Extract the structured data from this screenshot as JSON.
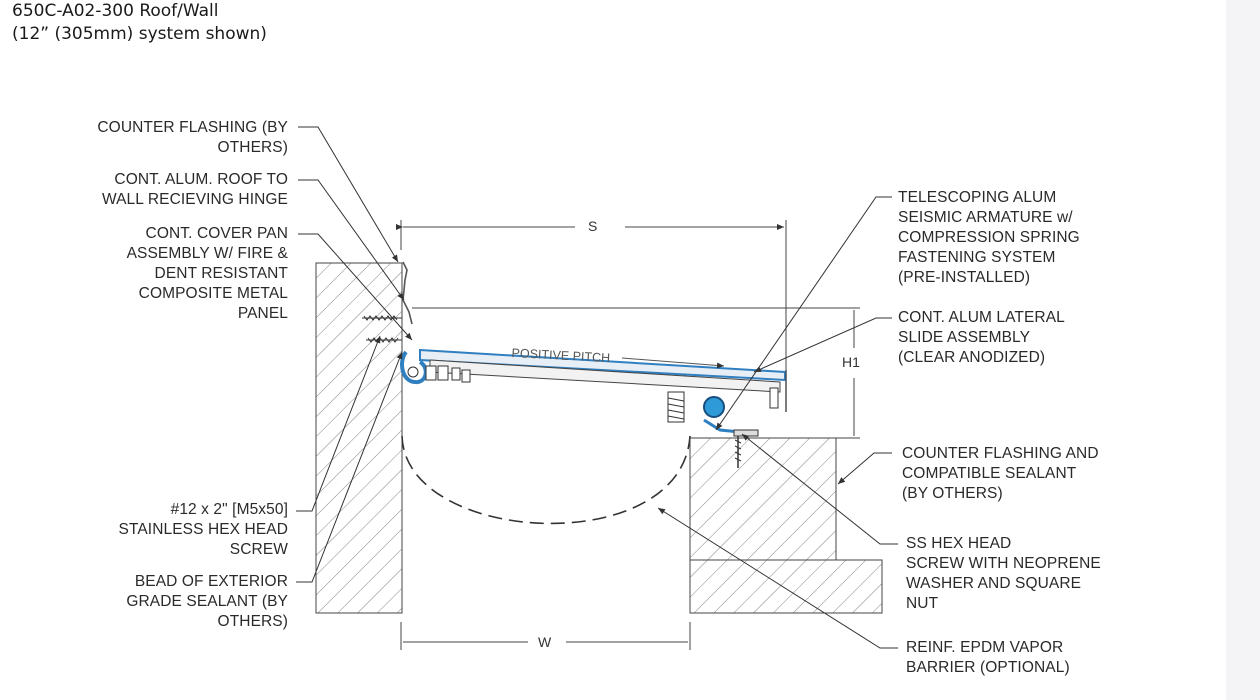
{
  "header": {
    "title": "650C-A02-300 Roof/Wall",
    "subtitle": "(12” (305mm) system shown)"
  },
  "callouts_left": [
    {
      "lines": [
        "COUNTER FLASHING (BY",
        "OTHERS)"
      ]
    },
    {
      "lines": [
        "CONT. ALUM. ROOF TO",
        "WALL RECIEVING HINGE"
      ]
    },
    {
      "lines": [
        "CONT. COVER PAN",
        "ASSEMBLY W/ FIRE &",
        "DENT RESISTANT",
        "COMPOSITE METAL",
        "PANEL"
      ]
    },
    {
      "lines": [
        "#12 x 2\" [M5x50]",
        "STAINLESS HEX HEAD",
        "SCREW"
      ]
    },
    {
      "lines": [
        "BEAD OF EXTERIOR",
        "GRADE SEALANT (BY",
        "OTHERS)"
      ]
    }
  ],
  "callouts_right": [
    {
      "lines": [
        "TELESCOPING ALUM",
        "SEISMIC ARMATURE w/",
        "COMPRESSION SPRING",
        "FASTENING SYSTEM",
        "(PRE-INSTALLED)"
      ]
    },
    {
      "lines": [
        "CONT. ALUM LATERAL",
        "SLIDE ASSEMBLY",
        "(CLEAR ANODIZED)"
      ]
    },
    {
      "lines": [
        "COUNTER FLASHING AND",
        "COMPATIBLE SEALANT",
        "(BY OTHERS)"
      ]
    },
    {
      "lines": [
        "SS HEX HEAD",
        "SCREW WITH NEOPRENE",
        "WASHER AND SQUARE",
        "NUT"
      ]
    },
    {
      "lines": [
        "REINF. EPDM VAPOR",
        "BARRIER  (OPTIONAL)"
      ]
    }
  ],
  "dimensions": {
    "s": "S",
    "h1": "H1",
    "w": "W"
  },
  "annotation": {
    "pitch": "POSITIVE PITCH"
  },
  "colors": {
    "accent_blue": "#2f7fc1",
    "line": "#333333",
    "hatch": "#555555"
  }
}
